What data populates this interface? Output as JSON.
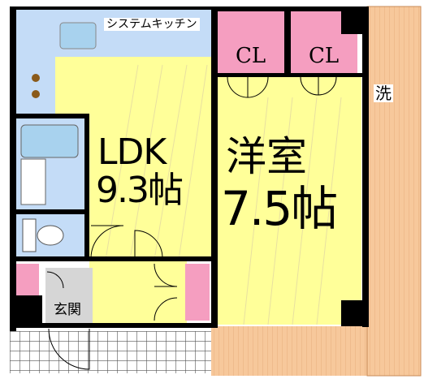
{
  "rooms": {
    "kitchen": "システムキッチン",
    "ldk_name": "LDK",
    "ldk_size": "9.3帖",
    "bedroom_name": "洋室",
    "bedroom_size": "7.5帖",
    "closet_1": "CL",
    "closet_2": "CL",
    "entrance": "玄関",
    "laundry": "洗"
  },
  "colors": {
    "wall": "#000000",
    "ldk_floor": "#ffff99",
    "wet_area": "#c4dcf7",
    "closet": "#f59ec0",
    "balcony": "#f7c89b",
    "entrance_floor": "#d6d6d6",
    "hatch": "#3b3b3b"
  }
}
